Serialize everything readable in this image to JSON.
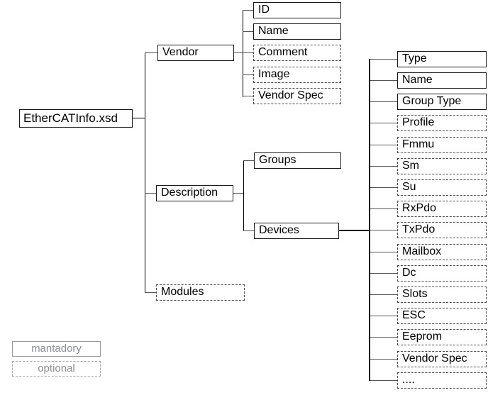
{
  "tree": {
    "root": {
      "label": "EtherCATInfo.xsd",
      "style": "mandatory"
    },
    "level1": {
      "vendor": {
        "label": "Vendor",
        "style": "mandatory"
      },
      "description": {
        "label": "Description",
        "style": "mandatory"
      },
      "modules": {
        "label": "Modules",
        "style": "optional"
      }
    },
    "vendor_children": [
      {
        "label": "ID",
        "style": "mandatory"
      },
      {
        "label": "Name",
        "style": "mandatory"
      },
      {
        "label": "Comment",
        "style": "optional"
      },
      {
        "label": "Image",
        "style": "optional"
      },
      {
        "label": "Vendor Spec",
        "style": "optional"
      }
    ],
    "description_children": [
      {
        "label": "Groups",
        "style": "mandatory"
      },
      {
        "label": "Devices",
        "style": "mandatory"
      }
    ],
    "devices_children": [
      {
        "label": "Type",
        "style": "mandatory"
      },
      {
        "label": "Name",
        "style": "mandatory"
      },
      {
        "label": "Group Type",
        "style": "mandatory"
      },
      {
        "label": "Profile",
        "style": "optional"
      },
      {
        "label": "Fmmu",
        "style": "optional"
      },
      {
        "label": "Sm",
        "style": "optional"
      },
      {
        "label": "Su",
        "style": "optional"
      },
      {
        "label": "RxPdo",
        "style": "optional"
      },
      {
        "label": "TxPdo",
        "style": "optional"
      },
      {
        "label": "Mailbox",
        "style": "optional"
      },
      {
        "label": "Dc",
        "style": "optional"
      },
      {
        "label": "Slots",
        "style": "optional"
      },
      {
        "label": "ESC",
        "style": "optional"
      },
      {
        "label": "Eeprom",
        "style": "optional"
      },
      {
        "label": "Vendor Spec",
        "style": "optional"
      },
      {
        "label": "....",
        "style": "optional"
      }
    ]
  },
  "legend": {
    "mandatory_label": "mantadory",
    "optional_label": "optional"
  },
  "colors": {
    "mandatory_border": "#1a1a1a",
    "optional_border": "#4a4a4a",
    "connector": "#000000",
    "stub": "#555555",
    "legend_border": "#999999",
    "legend_text": "#8a8f93",
    "text": "#000000",
    "background": "#ffffff"
  }
}
